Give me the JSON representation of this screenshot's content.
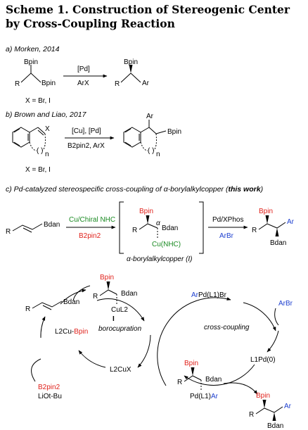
{
  "title": "Scheme 1. Construction of Stereogenic Center by Cross-Coupling Reaction",
  "sections": {
    "a": "a) Morken, 2014",
    "b": "b) Brown and Liao, 2017",
    "c_prefix": "c) Pd-catalyzed stereospecific cross-coupling of ",
    "c_alpha": "α",
    "c_mid": "-borylalkylcopper (",
    "c_bold": "this work",
    "c_suffix": ")"
  },
  "scheme_a": {
    "bpin1": "Bpin",
    "bpin2": "Bpin",
    "r": "R",
    "x": "X",
    "reagent_top": "[Pd]",
    "reagent_bottom": "ArX",
    "product_bpin": "Bpin",
    "product_r": "R",
    "product_ar": "Ar",
    "x_note": "X = Br, I"
  },
  "scheme_b": {
    "n": "n",
    "x": "X",
    "reagent_top": "[Cu], [Pd]",
    "reagent_bottom": "B2pin2, ArX",
    "product_ar": "Ar",
    "product_bpin": "Bpin",
    "product_n": "n",
    "x_note": "X = Br, I"
  },
  "scheme_c": {
    "r": "R",
    "bdan": "Bdan",
    "reagent1_top": "Cu/Chiral NHC",
    "reagent1_bottom": "B2pin2",
    "int_bpin": "Bpin",
    "int_r": "R",
    "int_alpha": "α",
    "int_bdan": "Bdan",
    "int_cu": "Cu(NHC)",
    "int_label": "α-borylalkylcopper (I)",
    "reagent2_top": "Pd/XPhos",
    "reagent2_bottom": "ArBr",
    "prod_bpin": "Bpin",
    "prod_r": "R",
    "prod_ar": "Ar",
    "prod_bdan": "Bdan"
  },
  "cycle": {
    "sub_r": "R",
    "sub_bdan": "Bdan",
    "int_bpin": "Bpin",
    "int_r": "R",
    "int_bdan": "Bdan",
    "int_cul2": "CuL2",
    "int_label": "I",
    "l2cubpin_a": "L2Cu-",
    "l2cubpin_b": "Bpin",
    "borocupration": "borocupration",
    "b2pin2": "B2pin2",
    "liotbu": "LiOt-Bu",
    "l2cux": "L2CuX",
    "arpd_a": "Ar",
    "arpd_b": "Pd(L1)Br",
    "arbr": "ArBr",
    "cross_coupling": "cross-coupling",
    "l1pd0": "L1Pd(0)",
    "pd_bpin": "Bpin",
    "pd_r": "R",
    "pd_bdan": "Bdan",
    "pd_pd": "Pd(L1)",
    "pd_ar": "Ar",
    "prod_bpin": "Bpin",
    "prod_r": "R",
    "prod_ar": "Ar",
    "prod_bdan": "Bdan"
  },
  "colors": {
    "red": "#e0211b",
    "blue": "#1d3fcf",
    "green": "#1a8a22"
  }
}
